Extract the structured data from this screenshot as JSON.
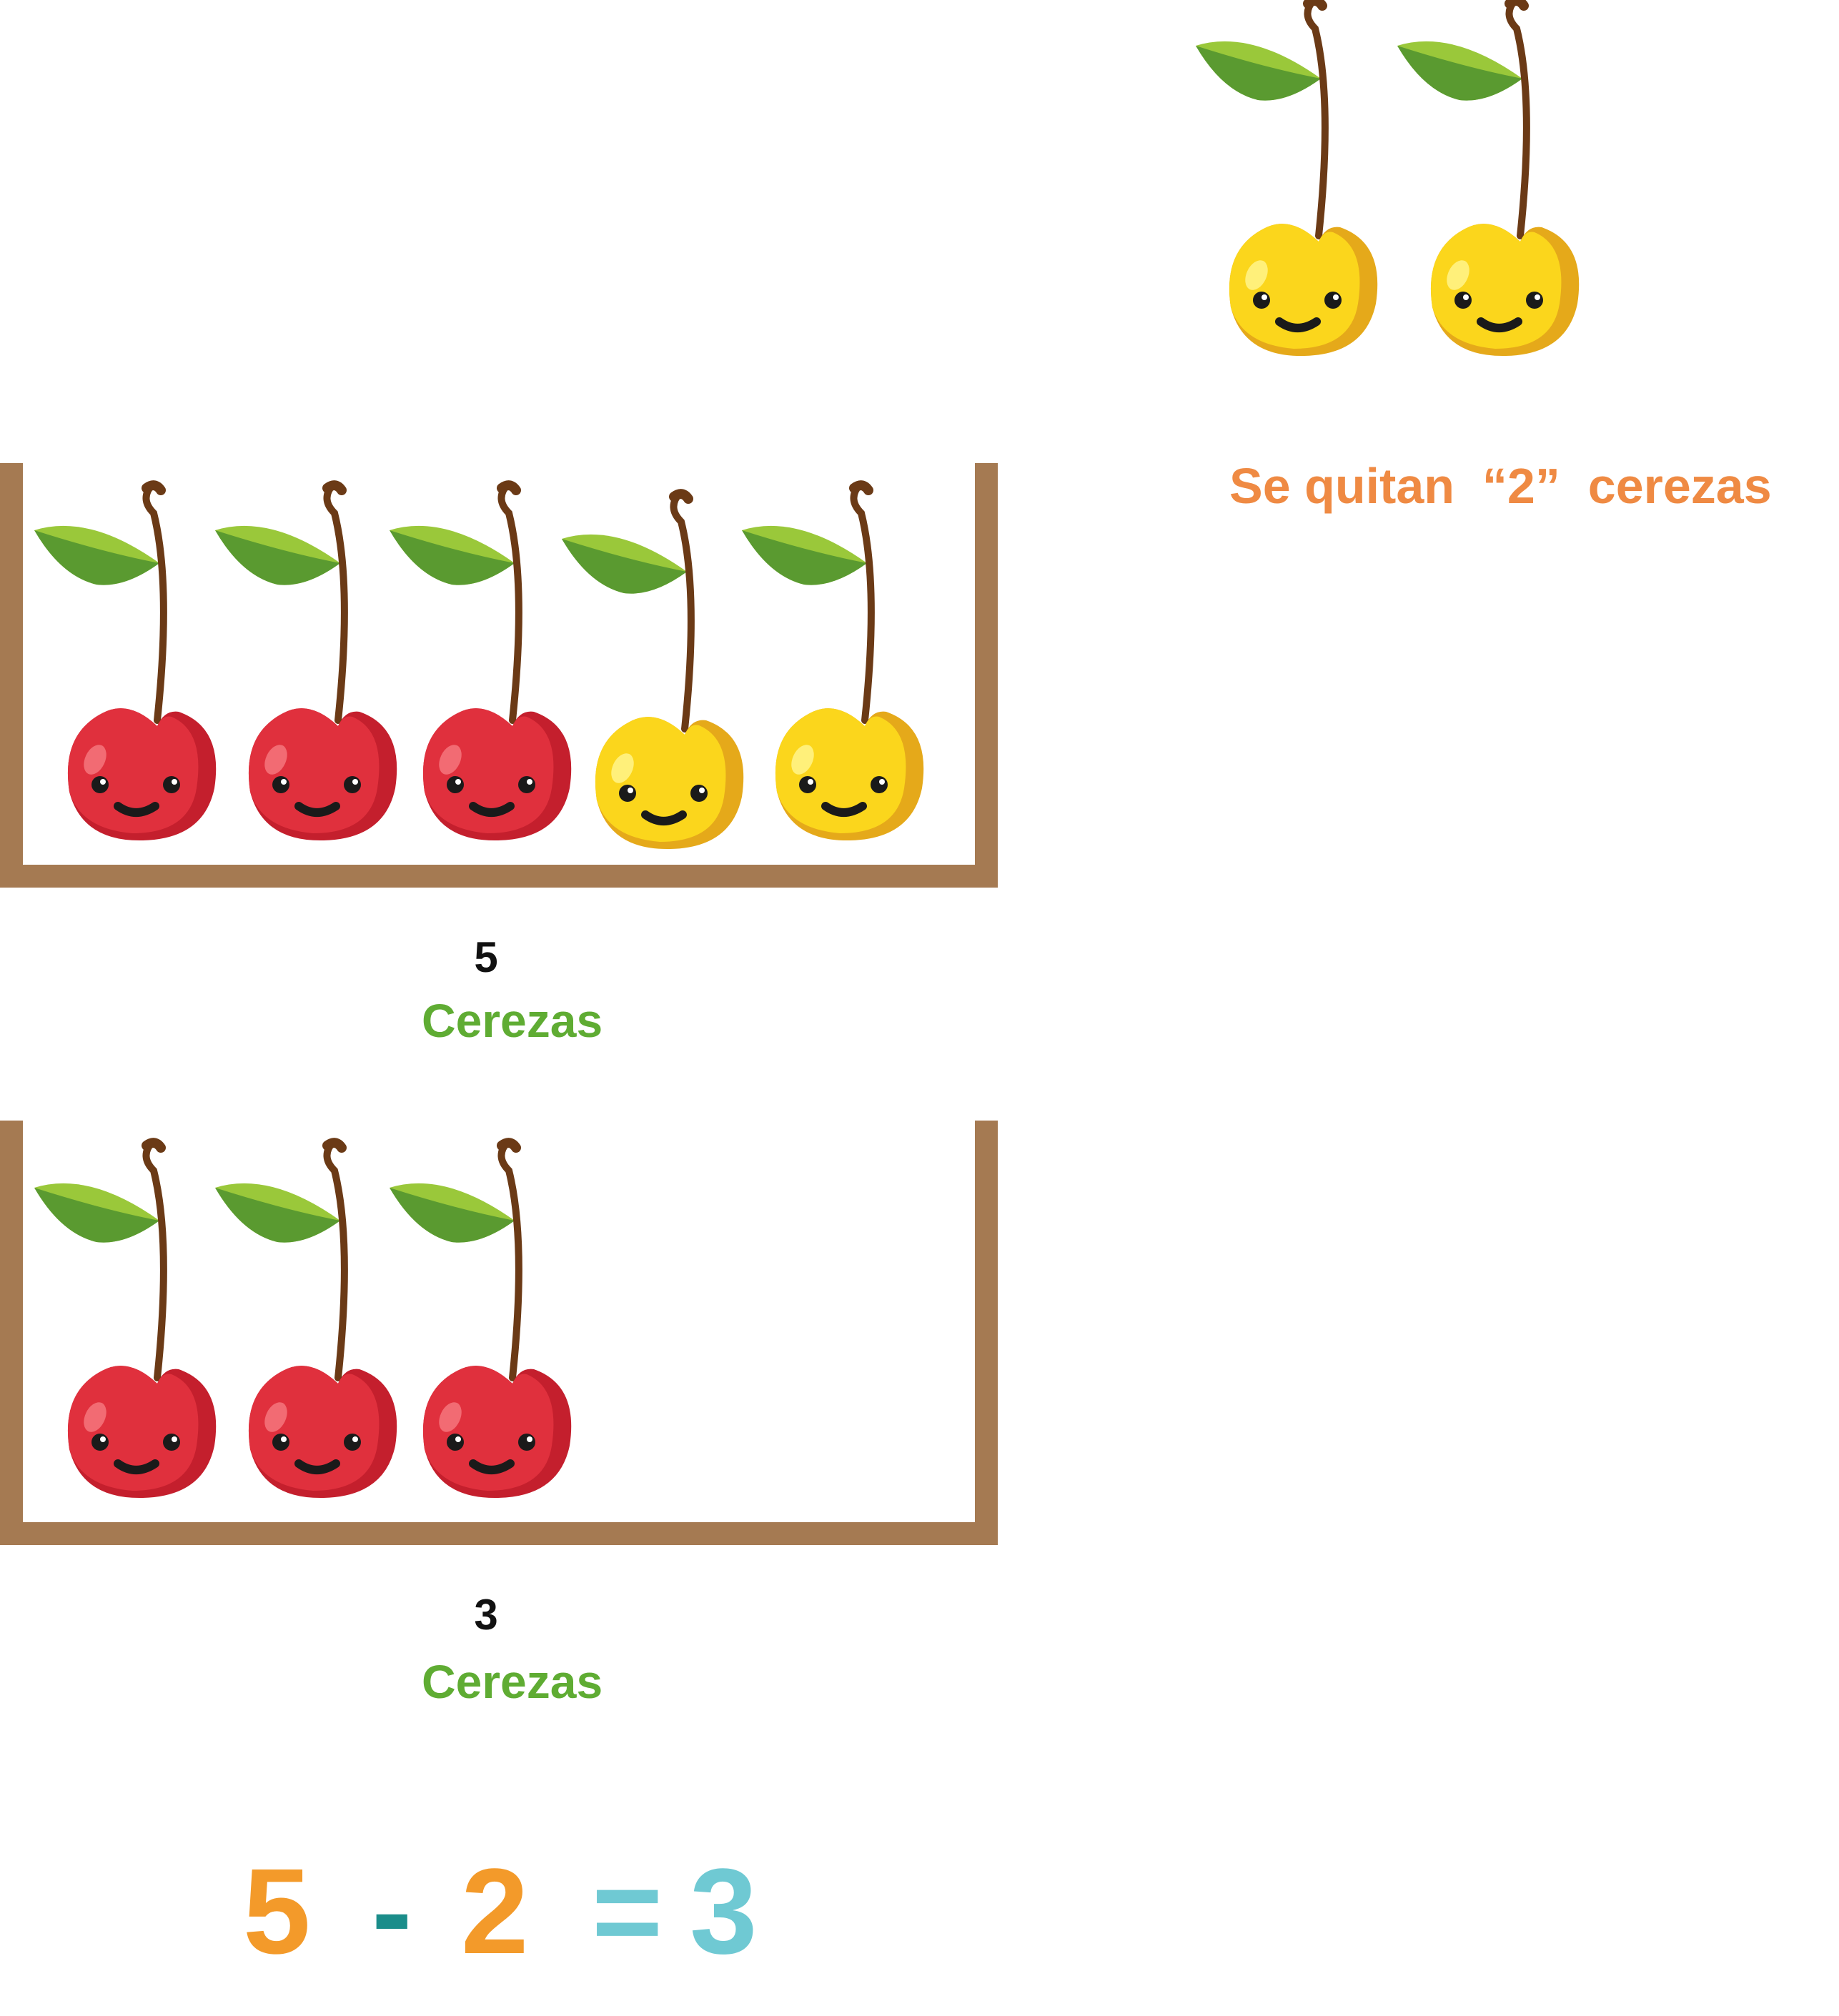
{
  "colors": {
    "tray": "#a57a52",
    "red_cherry": "#e0303d",
    "yellow_cherry": "#fbd61c",
    "leaf": "#7cbc3a",
    "stem": "#6b3a16",
    "label_green": "#5fac33",
    "caption_orange": "#ef8a43",
    "eq_orange": "#f39a2a",
    "eq_teal": "#1a8d8a",
    "eq_cyan": "#6fc9d3"
  },
  "removed": {
    "caption": "Se quitan  “2”  cerezas",
    "cherries": [
      "yellow",
      "yellow"
    ]
  },
  "tray_before": {
    "count": "5",
    "label": "Cerezas",
    "cherries": [
      "red",
      "red",
      "red",
      "yellow",
      "yellow"
    ]
  },
  "tray_after": {
    "count": "3",
    "label": "Cerezas",
    "cherries": [
      "red",
      "red",
      "red"
    ]
  },
  "equation": {
    "minuend": "5",
    "minus": "-",
    "subtrahend": "2",
    "equals": "=",
    "result": "3"
  }
}
